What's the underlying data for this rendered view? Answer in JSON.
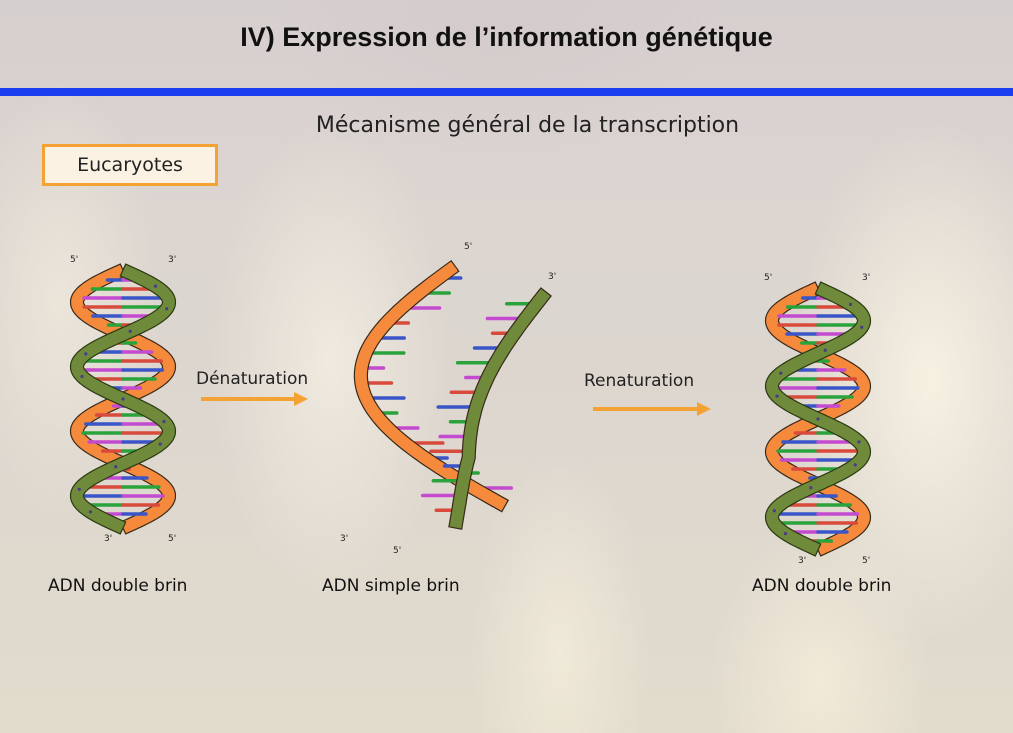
{
  "header": {
    "title": "IV) Expression de l’information génétique"
  },
  "slide": {
    "subtitle": "Mécanisme général de la transcription",
    "badge": "Eucaryotes"
  },
  "arrows": {
    "denaturation": "Dénaturation",
    "renaturation": "Renaturation"
  },
  "labels": {
    "left": "ADN double brin",
    "middle": "ADN simple brin",
    "right": "ADN double brin"
  },
  "ends": {
    "five": "5'",
    "three": "3'"
  },
  "colors": {
    "accent_rule": "#1a3ff0",
    "badge_border": "#f5a234",
    "arrow": "#f5a234",
    "strand_orange": "#f58a3c",
    "strand_green": "#6e8a3a"
  }
}
